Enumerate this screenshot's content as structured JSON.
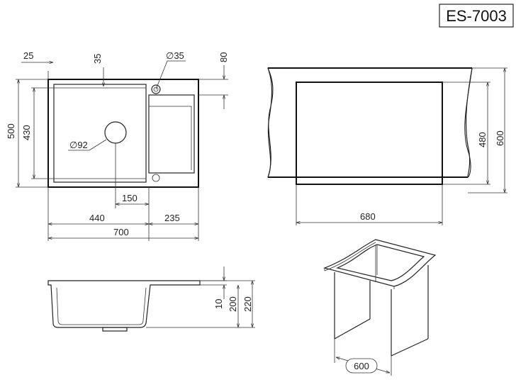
{
  "title": "ES-7003",
  "top_view": {
    "dim_left_offset": "25",
    "dim_top_rim": "35",
    "dim_tap_hole": "∅35",
    "dim_right_edge": "80",
    "dim_total_depth": "500",
    "dim_bowl_depth": "430",
    "dim_drain": "∅92",
    "dim_drain_offset": "150",
    "dim_bowl_width": "440",
    "dim_drainer_width": "235",
    "dim_total_width": "700"
  },
  "cutout_view": {
    "dim_cut_width": "680",
    "dim_cut_inner": "480",
    "dim_cut_outer": "600"
  },
  "side_view": {
    "dim_rim": "10",
    "dim_bowl_height": "200",
    "dim_total_height": "220"
  },
  "cabinet_view": {
    "dim_cabinet_width": "600"
  }
}
